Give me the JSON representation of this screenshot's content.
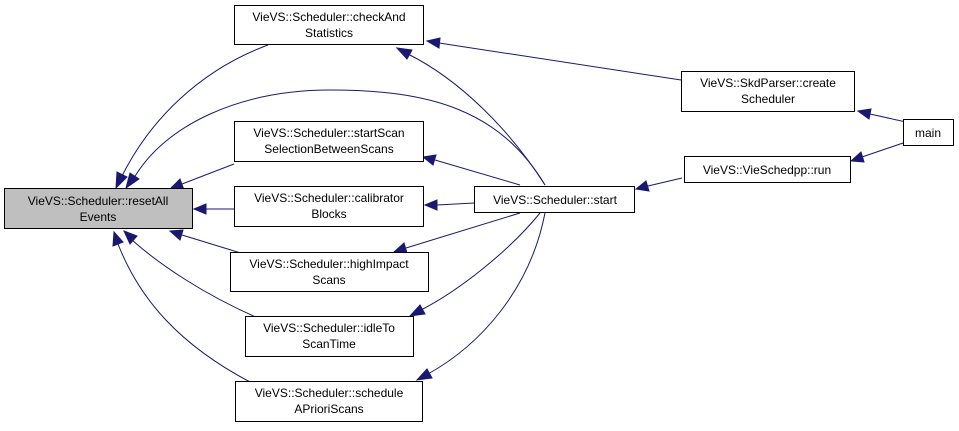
{
  "colors": {
    "edge": "#191970",
    "highlight_fill": "#bfbfbf",
    "node_fill": "#ffffff",
    "border": "#000000"
  },
  "nodes": {
    "resetAllEvents": {
      "lines": [
        "VieVS::Scheduler::resetAll",
        "Events"
      ],
      "highlighted": true
    },
    "checkAndStatistics": {
      "lines": [
        "VieVS::Scheduler::checkAnd",
        "Statistics"
      ]
    },
    "startScanSelection": {
      "lines": [
        "VieVS::Scheduler::startScan",
        "SelectionBetweenScans"
      ]
    },
    "calibratorBlocks": {
      "lines": [
        "VieVS::Scheduler::calibrator",
        "Blocks"
      ]
    },
    "highImpactScans": {
      "lines": [
        "VieVS::Scheduler::highImpact",
        "Scans"
      ]
    },
    "idleToScanTime": {
      "lines": [
        "VieVS::Scheduler::idleTo",
        "ScanTime"
      ]
    },
    "scheduleAPrioriScans": {
      "lines": [
        "VieVS::Scheduler::schedule",
        "APrioriScans"
      ]
    },
    "start": {
      "lines": [
        "VieVS::Scheduler::start"
      ]
    },
    "createScheduler": {
      "lines": [
        "VieVS::SkdParser::create",
        "Scheduler"
      ]
    },
    "run": {
      "lines": [
        "VieVS::VieSchedpp::run"
      ]
    },
    "main": {
      "lines": [
        "main"
      ]
    }
  },
  "edges": [
    {
      "from": "checkAndStatistics",
      "to": "resetAllEvents"
    },
    {
      "from": "startScanSelection",
      "to": "resetAllEvents"
    },
    {
      "from": "calibratorBlocks",
      "to": "resetAllEvents"
    },
    {
      "from": "highImpactScans",
      "to": "resetAllEvents"
    },
    {
      "from": "idleToScanTime",
      "to": "resetAllEvents"
    },
    {
      "from": "scheduleAPrioriScans",
      "to": "resetAllEvents"
    },
    {
      "from": "start",
      "to": "resetAllEvents"
    },
    {
      "from": "start",
      "to": "checkAndStatistics"
    },
    {
      "from": "start",
      "to": "startScanSelection"
    },
    {
      "from": "start",
      "to": "calibratorBlocks"
    },
    {
      "from": "start",
      "to": "highImpactScans"
    },
    {
      "from": "start",
      "to": "idleToScanTime"
    },
    {
      "from": "start",
      "to": "scheduleAPrioriScans"
    },
    {
      "from": "createScheduler",
      "to": "checkAndStatistics"
    },
    {
      "from": "run",
      "to": "start"
    },
    {
      "from": "main",
      "to": "createScheduler"
    },
    {
      "from": "main",
      "to": "run"
    }
  ]
}
